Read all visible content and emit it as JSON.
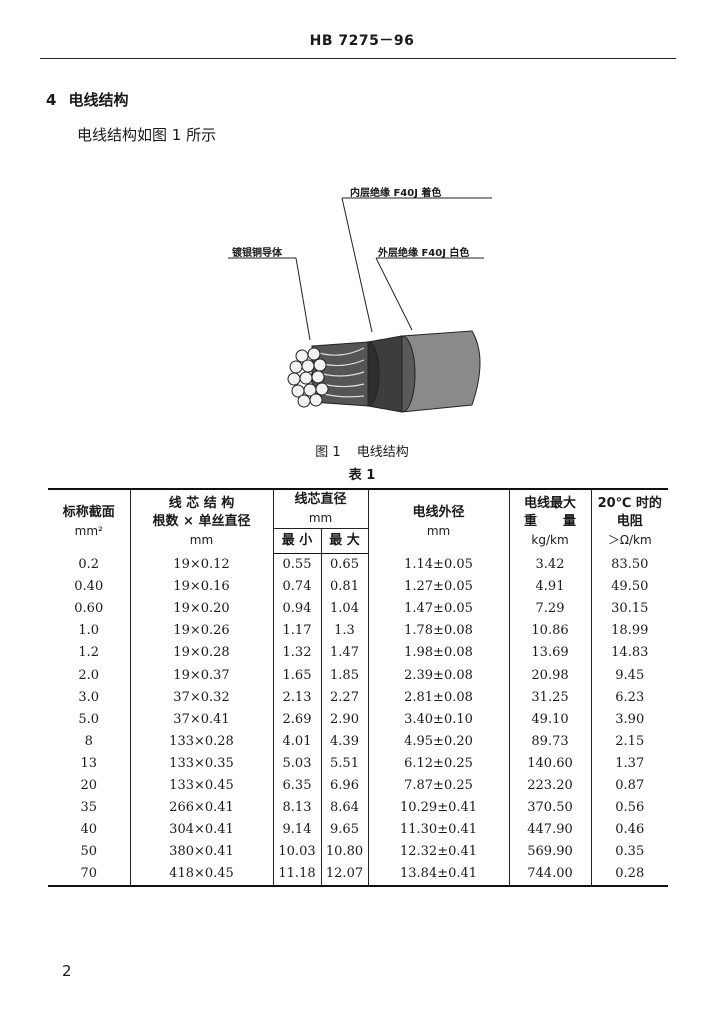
{
  "header": {
    "doc_code": "HB 7275－96"
  },
  "section": {
    "number": "4",
    "title": "电线结构"
  },
  "body_text": "电线结构如图 1 所示",
  "figure": {
    "callouts": {
      "inner": "内层绝缘 F40J 着色",
      "conductor": "镀银铜导体",
      "outer": "外层绝缘 F40J 白色"
    },
    "caption_label": "图 1",
    "caption_text": "电线结构"
  },
  "table": {
    "title": "表 1",
    "headers": {
      "col1_l1": "标称截面",
      "col1_l2": "mm²",
      "col2_l1": "线 芯 结 构",
      "col2_l2": "根数 × 单丝直径",
      "col2_l3": "mm",
      "col3_l1": "线芯直径",
      "col3_l2": "mm",
      "col3_min": "最 小",
      "col3_max": "最 大",
      "col4_l1": "电线外径",
      "col4_l2": "mm",
      "col5_l1": "电线最大",
      "col5_l2": "重　　量",
      "col5_l3": "kg/km",
      "col6_l1": "20℃ 时的",
      "col6_l2": "电阻",
      "col6_l3": "＞Ω/km"
    },
    "rows": [
      [
        "0.2",
        "19×0.12",
        "0.55",
        "0.65",
        "1.14±0.05",
        "3.42",
        "83.50"
      ],
      [
        "0.40",
        "19×0.16",
        "0.74",
        "0.81",
        "1.27±0.05",
        "4.91",
        "49.50"
      ],
      [
        "0.60",
        "19×0.20",
        "0.94",
        "1.04",
        "1.47±0.05",
        "7.29",
        "30.15"
      ],
      [
        "1.0",
        "19×0.26",
        "1.17",
        "1.3",
        "1.78±0.08",
        "10.86",
        "18.99"
      ],
      [
        "1.2",
        "19×0.28",
        "1.32",
        "1.47",
        "1.98±0.08",
        "13.69",
        "14.83"
      ],
      [
        "2.0",
        "19×0.37",
        "1.65",
        "1.85",
        "2.39±0.08",
        "20.98",
        "9.45"
      ],
      [
        "3.0",
        "37×0.32",
        "2.13",
        "2.27",
        "2.81±0.08",
        "31.25",
        "6.23"
      ],
      [
        "5.0",
        "37×0.41",
        "2.69",
        "2.90",
        "3.40±0.10",
        "49.10",
        "3.90"
      ],
      [
        "8",
        "133×0.28",
        "4.01",
        "4.39",
        "4.95±0.20",
        "89.73",
        "2.15"
      ],
      [
        "13",
        "133×0.35",
        "5.03",
        "5.51",
        "6.12±0.25",
        "140.60",
        "1.37"
      ],
      [
        "20",
        "133×0.45",
        "6.35",
        "6.96",
        "7.87±0.25",
        "223.20",
        "0.87"
      ],
      [
        "35",
        "266×0.41",
        "8.13",
        "8.64",
        "10.29±0.41",
        "370.50",
        "0.56"
      ],
      [
        "40",
        "304×0.41",
        "9.14",
        "9.65",
        "11.30±0.41",
        "447.90",
        "0.46"
      ],
      [
        "50",
        "380×0.41",
        "10.03",
        "10.80",
        "12.32±0.41",
        "569.90",
        "0.35"
      ],
      [
        "70",
        "418×0.45",
        "11.18",
        "12.07",
        "13.84±0.41",
        "744.00",
        "0.28"
      ]
    ]
  },
  "page_number": "2"
}
